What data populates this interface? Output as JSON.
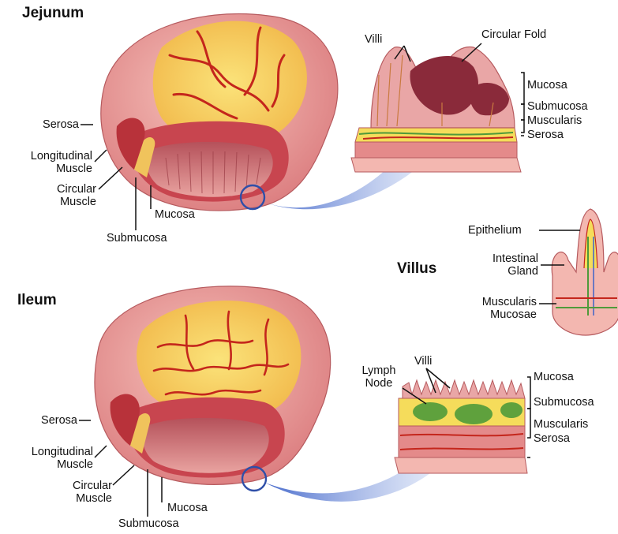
{
  "titles": {
    "jejunum": "Jejunum",
    "ileum": "Ileum",
    "villus": "Villus"
  },
  "jejunum_labels": {
    "villi": "Villi",
    "circular_fold": "Circular Fold",
    "serosa": "Serosa",
    "longitudinal_muscle": "Longitudinal\nMuscle",
    "circular_muscle": "Circular\nMuscle",
    "mucosa": "Mucosa",
    "submucosa": "Submucosa",
    "layer_mucosa": "Mucosa",
    "layer_submucosa": "Submucosa",
    "layer_muscularis": "Muscularis",
    "layer_serosa": "Serosa"
  },
  "villus_labels": {
    "epithelium": "Epithelium",
    "intestinal_gland": "Intestinal\nGland",
    "muscularis_mucosae": "Muscularis\nMucosae"
  },
  "ileum_labels": {
    "lymph_node": "Lymph\nNode",
    "villi": "Villi",
    "serosa": "Serosa",
    "longitudinal_muscle": "Longitudinal\nMuscle",
    "circular_muscle": "Circular\nMuscle",
    "mucosa": "Mucosa",
    "submucosa": "Submucosa",
    "layer_mucosa": "Mucosa",
    "layer_submucosa": "Submucosa",
    "layer_muscularis": "Muscularis",
    "layer_serosa": "Serosa"
  },
  "colors": {
    "tissue_pink": "#e48a8a",
    "tissue_light": "#f3b7b0",
    "fat_yellow": "#f7d24a",
    "vessel_red": "#c4261c",
    "muscle_red": "#b8323a",
    "lymph_green": "#4f9a3a",
    "connector_blue": "#4f6fc4"
  }
}
